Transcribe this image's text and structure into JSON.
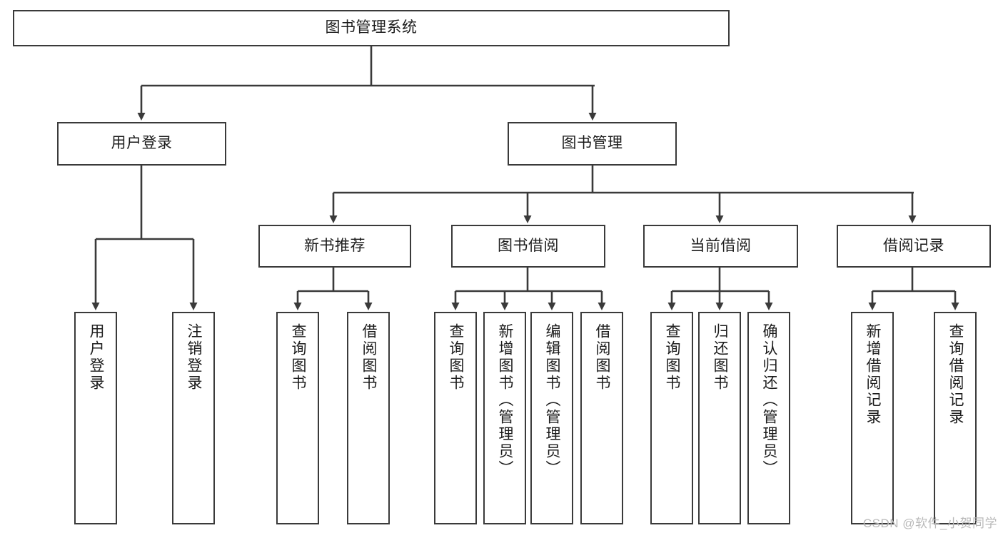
{
  "diagram": {
    "type": "tree-hierarchy",
    "title": "图书管理系统",
    "watermark": "CSDN @软件_小贺同学",
    "colors": {
      "box_border": "#3a3a3a",
      "box_fill": "#ffffff",
      "edge": "#3a3a3a",
      "text": "#1c1c1c",
      "watermark": "#b9b9b9",
      "background": "#ffffff"
    },
    "root": {
      "label": "图书管理系统"
    },
    "level2": [
      {
        "label": "用户登录"
      },
      {
        "label": "图书管理"
      }
    ],
    "level3": [
      {
        "label": "新书推荐"
      },
      {
        "label": "图书借阅"
      },
      {
        "label": "当前借阅"
      },
      {
        "label": "借阅记录"
      }
    ],
    "leaves": {
      "user_login": [
        {
          "label": "用户登录"
        },
        {
          "label": "注销登录"
        }
      ],
      "new_book": [
        {
          "label": "查询图书"
        },
        {
          "label": "借阅图书"
        }
      ],
      "book_borrow": [
        {
          "label": "查询图书"
        },
        {
          "label": "新增图书（管理员）"
        },
        {
          "label": "编辑图书（管理员）"
        },
        {
          "label": "借阅图书"
        }
      ],
      "current_borrow": [
        {
          "label": "查询图书"
        },
        {
          "label": "归还图书"
        },
        {
          "label": "确认归还（管理员）"
        }
      ],
      "borrow_record": [
        {
          "label": "新增借阅记录"
        },
        {
          "label": "查询借阅记录"
        }
      ]
    }
  }
}
